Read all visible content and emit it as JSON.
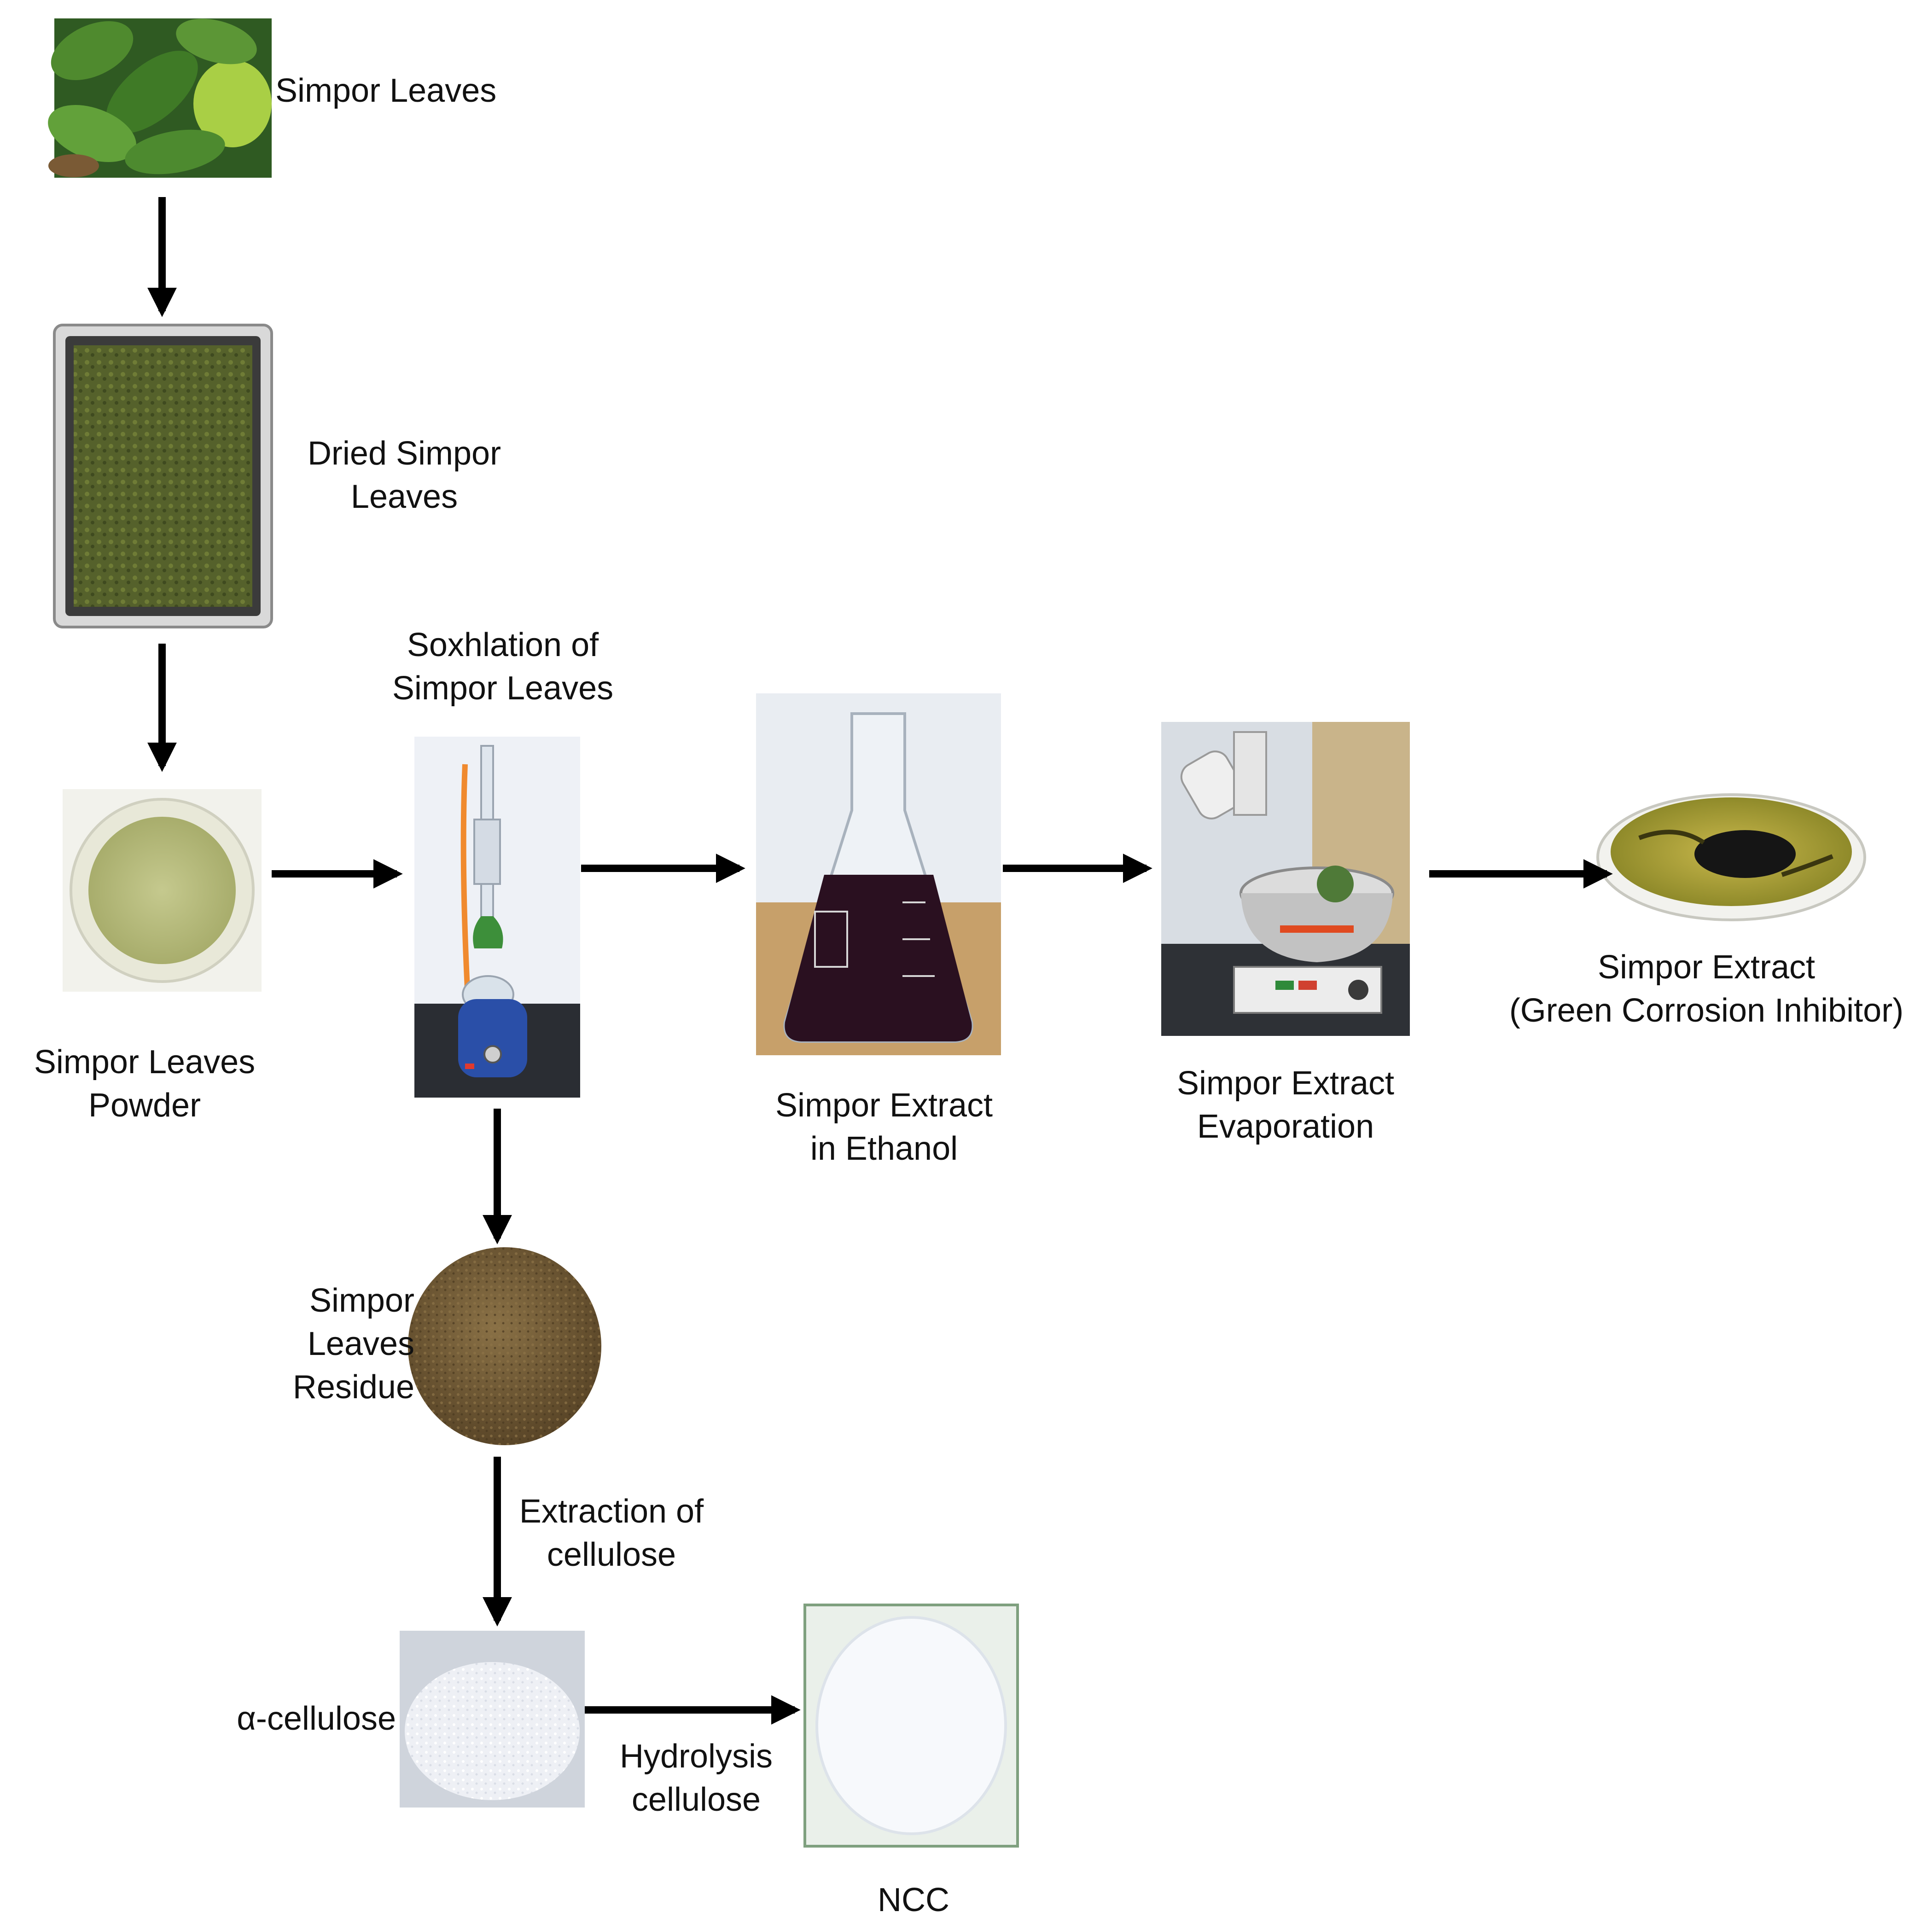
{
  "colors": {
    "arrow": "#000000",
    "text": "#111111",
    "leaf_green": "#5f9a3a",
    "dried_leaf": "#56622c",
    "powder": "#b5ba7d",
    "extract_dark": "#2a1020",
    "oil_yellow": "#b6a438",
    "residue_brown": "#6f5a33",
    "cellulose_white": "#f4f6fa"
  },
  "icons": [
    "fresh-leaves-photo",
    "dried-leaves-tray-photo",
    "leaf-powder-dish-photo",
    "soxhlet-apparatus-photo",
    "erlenmeyer-flask-extract-photo",
    "rotary-evaporator-photo",
    "petri-dish-extract-photo",
    "residue-pile-photo",
    "alpha-cellulose-photo",
    "ncc-dish-photo"
  ],
  "steps": {
    "simpor_leaves": "Simpor Leaves",
    "dried_leaves": "Dried Simpor\nLeaves",
    "powder": "Simpor Leaves\nPowder",
    "soxhlation": "Soxhlation of\nSimpor Leaves",
    "extract_ethanol": "Simpor Extract\nin Ethanol",
    "evaporation": "Simpor Extract\nEvaporation",
    "final_extract": "Simpor Extract\n(Green Corrosion Inhibitor)",
    "residue": "Simpor\nLeaves\nResidue",
    "extraction_cellulose": "Extraction of\ncellulose",
    "alpha_cellulose": "α-cellulose",
    "hydrolysis": "Hydrolysis\ncellulose",
    "ncc": "NCC"
  }
}
